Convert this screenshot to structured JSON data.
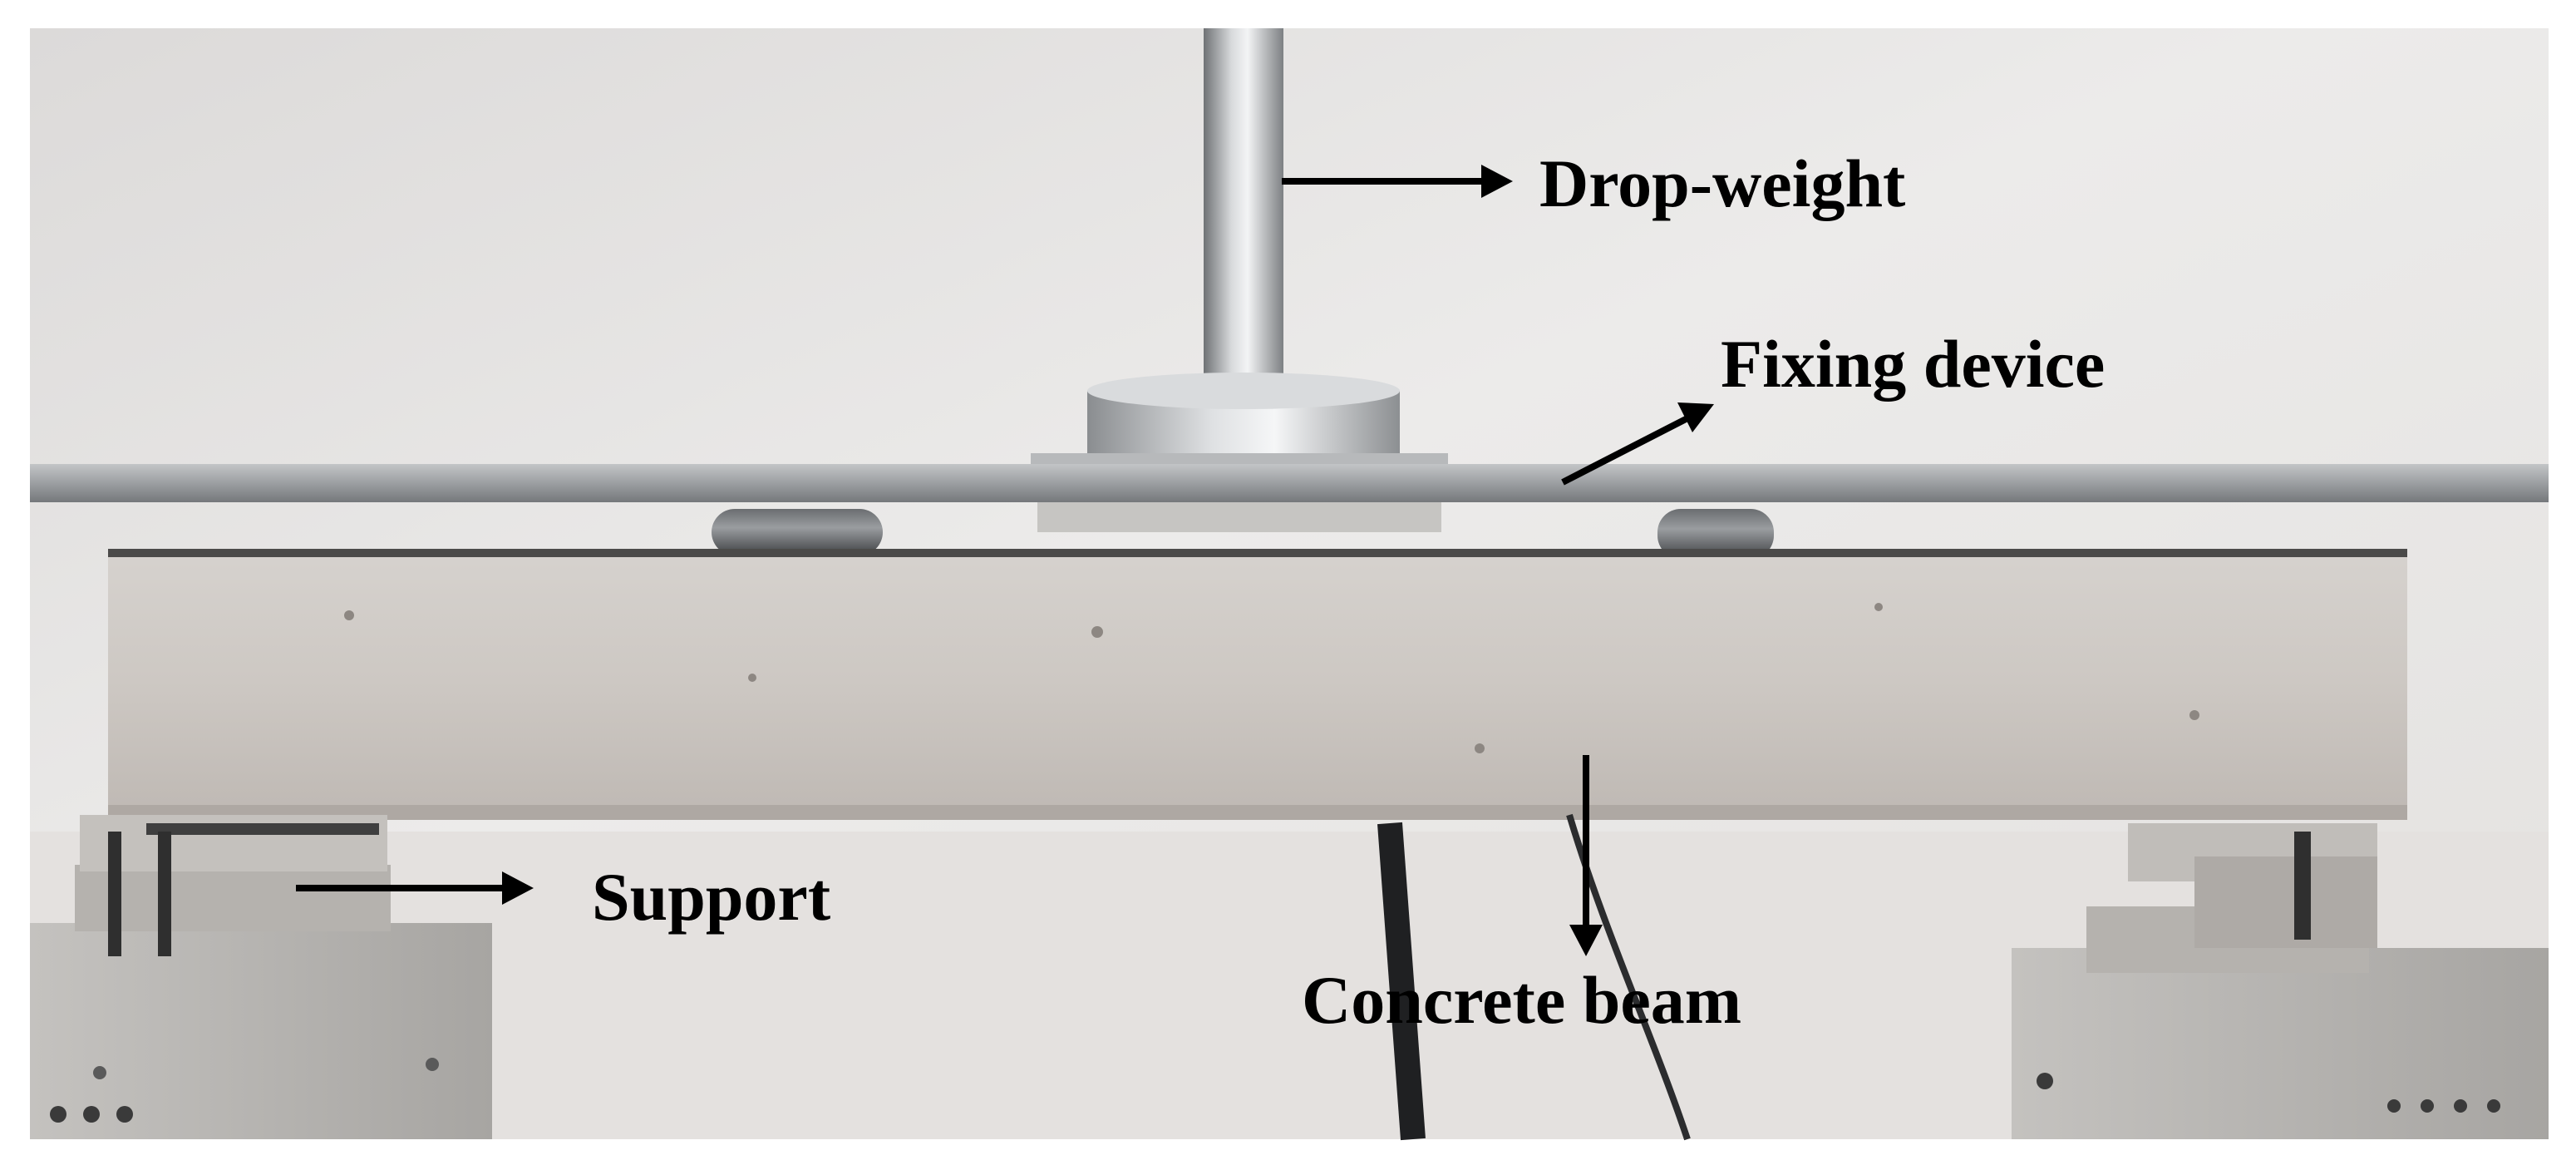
{
  "labels": {
    "drop_weight": "Drop-weight",
    "fixing_device": "Fixing device",
    "support": "Support",
    "concrete_beam": "Concrete beam"
  },
  "colors": {
    "background_wall": "#e7e4e3",
    "concrete": "#cfcac6",
    "steel": "#a9abad",
    "support_block": "#b8b6b3",
    "annotation": "#000000"
  }
}
